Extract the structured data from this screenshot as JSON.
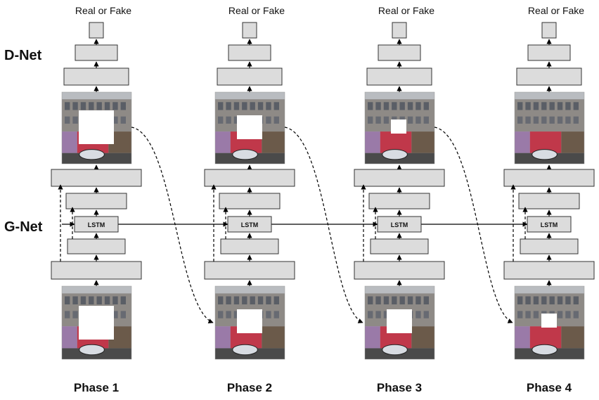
{
  "row_labels": {
    "d_net": "D-Net",
    "g_net": "G-Net"
  },
  "output_label": "Real or Fake",
  "lstm_label": "LSTM",
  "phases": [
    {
      "label": "Phase 1",
      "input_hole": "large",
      "output_hole": "large"
    },
    {
      "label": "Phase 2",
      "input_hole": "medium",
      "output_hole": "medium"
    },
    {
      "label": "Phase 3",
      "input_hole": "medium",
      "output_hole": "small"
    },
    {
      "label": "Phase 4",
      "input_hole": "small",
      "output_hole": "none"
    }
  ],
  "colors": {
    "block_fill": "#dcdcdc",
    "block_stroke": "#333333",
    "arrow": "#000000",
    "photo_sky": "#b9bcc0",
    "photo_facade": "#8e8a86",
    "photo_shop_red": "#c0384a",
    "photo_shop_purple": "#9a7aa8",
    "photo_street": "#4a4a4a",
    "hole": "#ffffff"
  }
}
